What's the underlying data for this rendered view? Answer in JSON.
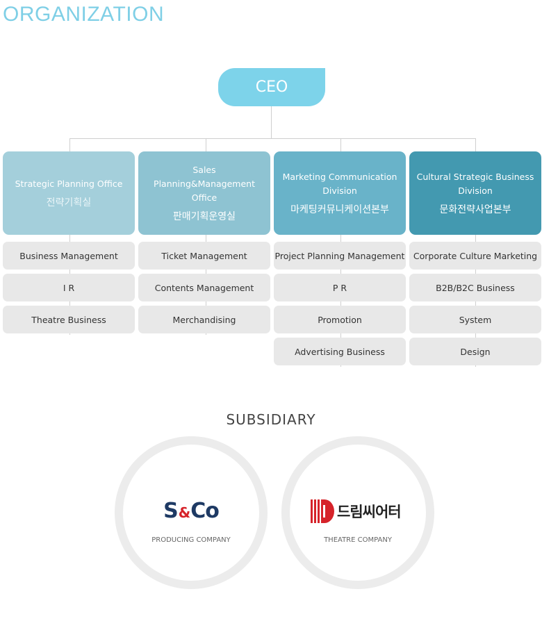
{
  "page_title": "ORGANIZATION",
  "ceo": "CEO",
  "divisions": [
    {
      "en": "Strategic Planning Office",
      "ko": "전략기획실",
      "items": [
        "Business Management",
        "I R",
        "Theatre Business"
      ]
    },
    {
      "en": "Sales Planning&Management Office",
      "ko": "판매기획운영실",
      "items": [
        "Ticket Management",
        "Contents Management",
        "Merchandising"
      ]
    },
    {
      "en": "Marketing Communication Division",
      "ko": "마케팅커뮤니케이션본부",
      "items": [
        "Project Planning Management",
        "P R",
        "Promotion",
        "Advertising Business"
      ]
    },
    {
      "en": "Cultural Strategic Business Division",
      "ko": "문화전략사업본부",
      "items": [
        "Corporate Culture Marketing",
        "B2B/B2C Business",
        "System",
        "Design"
      ]
    }
  ],
  "subsidiary": {
    "title": "SUBSIDIARY",
    "companies": [
      {
        "logo_s": "S",
        "logo_amp": "&",
        "logo_co": "Co",
        "caption": "PRODUCING COMPANY"
      },
      {
        "logo_text": "드림씨어터",
        "caption": "THEATRE COMPANY"
      }
    ]
  },
  "colors": {
    "ceo": "#7dd3ea",
    "division_1": "#a4cfdb",
    "division_2": "#8ec3d2",
    "division_3": "#69b3c9",
    "division_4": "#4399b0",
    "item_bg": "#e8e8e8",
    "snc_navy": "#1e3a64",
    "dream_red": "#d6232a"
  }
}
